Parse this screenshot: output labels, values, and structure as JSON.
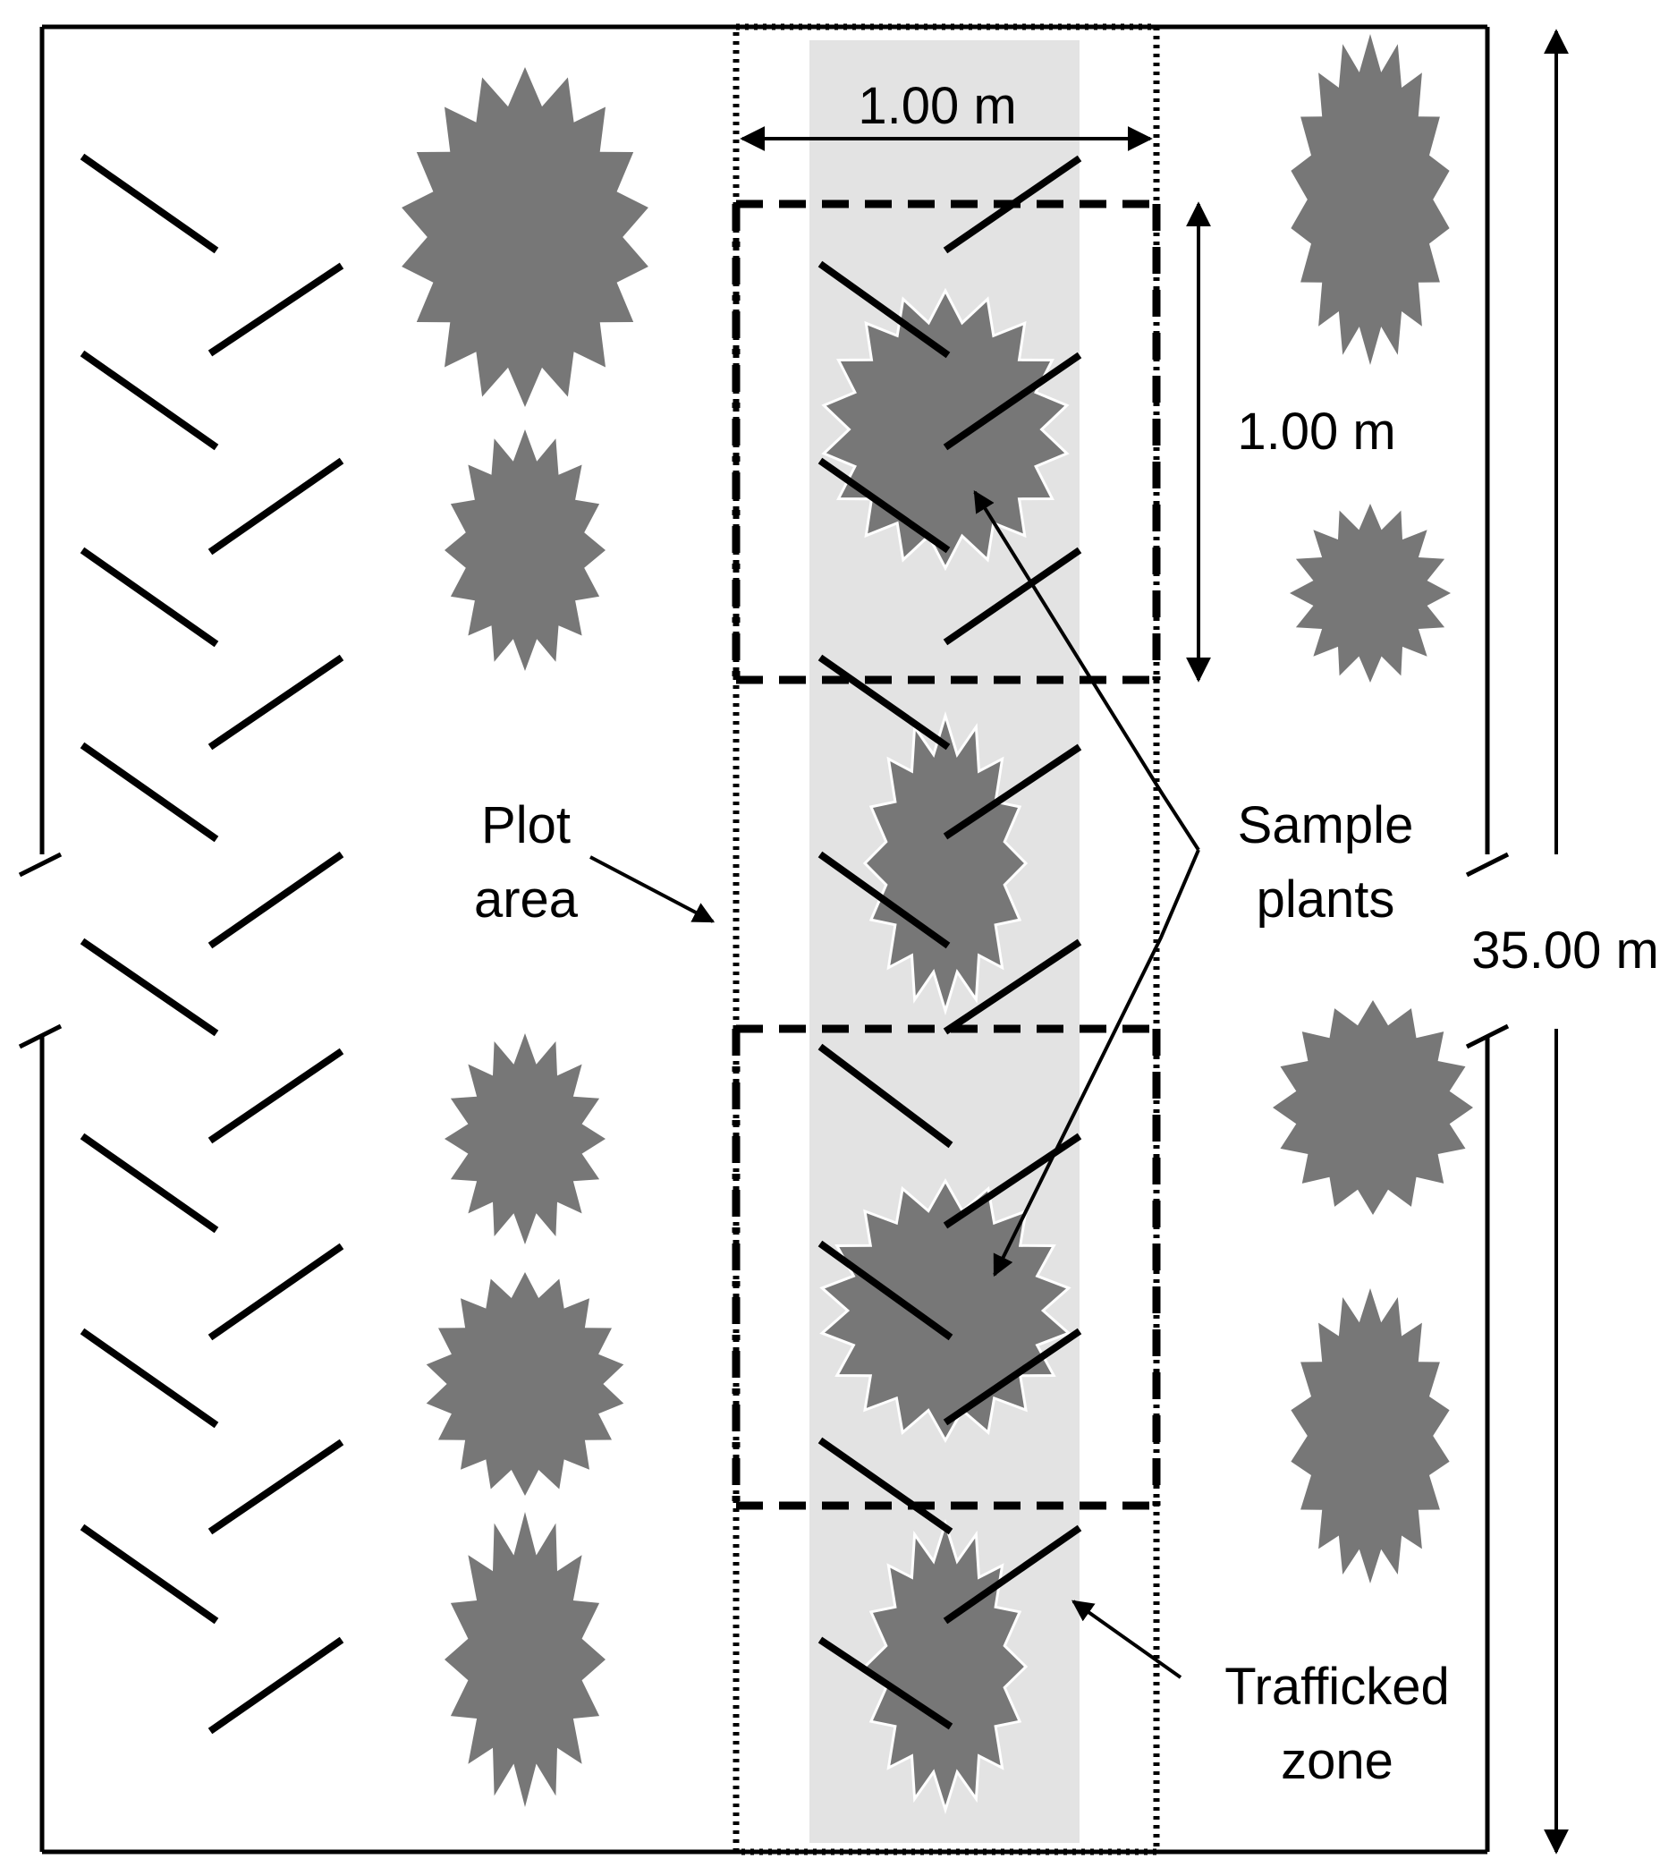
{
  "labels": {
    "plot_width": "1.00 m",
    "sample_length": "1.00 m",
    "plot_area_line1": "Plot",
    "plot_area_line2": "area",
    "sample_plants_line1": "Sample",
    "sample_plants_line2": "plants",
    "plot_length": "35.00 m",
    "trafficked_zone_line1": "Trafficked",
    "trafficked_zone_line2": "zone"
  },
  "colors": {
    "plant_fill": "#777777",
    "trafficked_zone": "#e3e3e3",
    "lines": "#000000"
  }
}
